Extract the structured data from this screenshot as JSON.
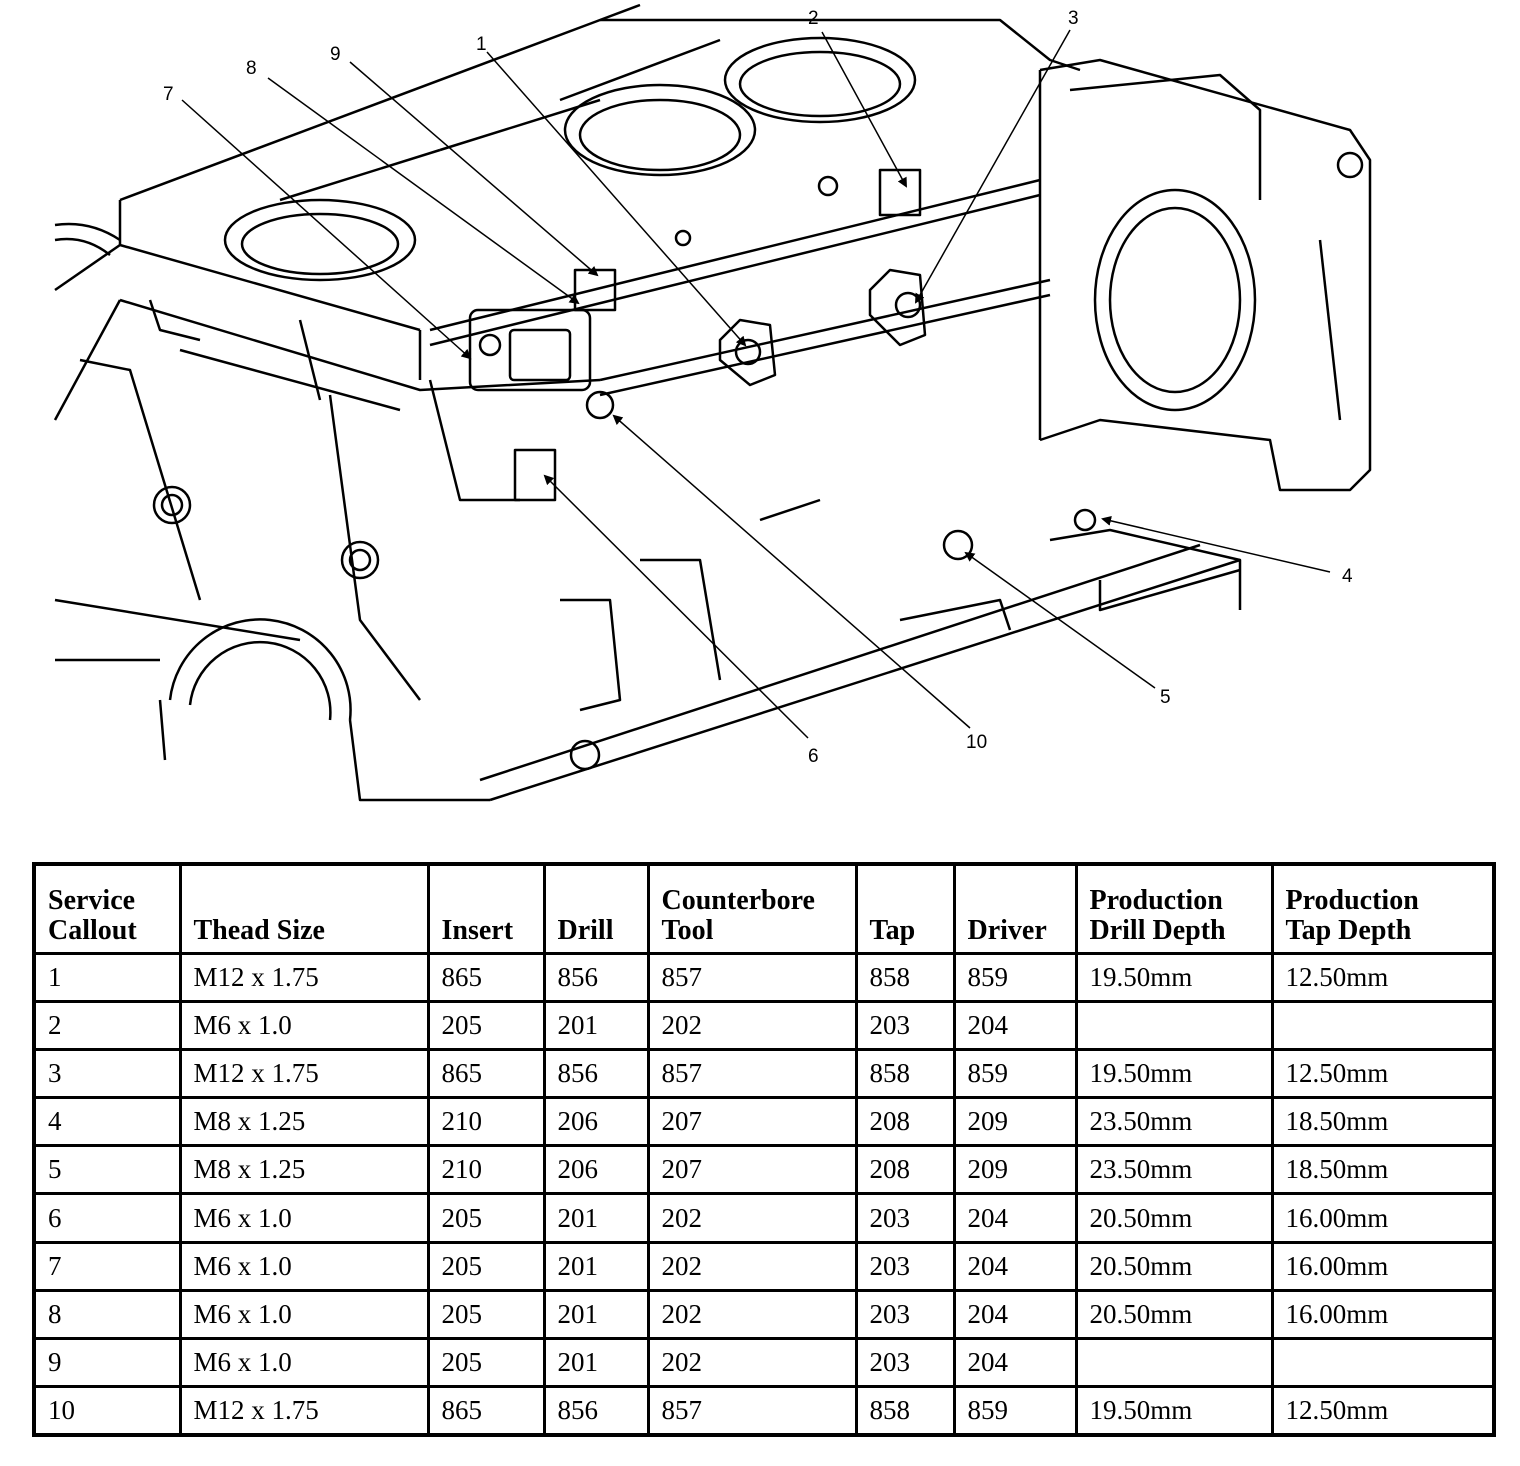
{
  "callouts": [
    "1",
    "2",
    "3",
    "4",
    "5",
    "6",
    "7",
    "8",
    "9",
    "10"
  ],
  "table": {
    "headers": {
      "callout": [
        "Service",
        "Callout"
      ],
      "thread": "Thead Size",
      "insert": "Insert",
      "drill": "Drill",
      "counterbore": [
        "Counterbore",
        "Tool"
      ],
      "tap": "Tap",
      "driver": "Driver",
      "drill_depth": [
        "Production",
        "Drill Depth"
      ],
      "tap_depth": [
        "Production",
        "Tap Depth"
      ]
    },
    "rows": [
      {
        "callout": "1",
        "thread": "M12 x 1.75",
        "insert": "865",
        "drill": "856",
        "counterbore": "857",
        "tap": "858",
        "driver": "859",
        "drill_depth": "19.50mm",
        "tap_depth": "12.50mm"
      },
      {
        "callout": "2",
        "thread": "M6 x 1.0",
        "insert": "205",
        "drill": "201",
        "counterbore": "202",
        "tap": "203",
        "driver": "204",
        "drill_depth": "",
        "tap_depth": ""
      },
      {
        "callout": "3",
        "thread": "M12 x 1.75",
        "insert": "865",
        "drill": "856",
        "counterbore": "857",
        "tap": "858",
        "driver": "859",
        "drill_depth": "19.50mm",
        "tap_depth": "12.50mm"
      },
      {
        "callout": "4",
        "thread": "M8 x 1.25",
        "insert": "210",
        "drill": "206",
        "counterbore": "207",
        "tap": "208",
        "driver": "209",
        "drill_depth": "23.50mm",
        "tap_depth": "18.50mm"
      },
      {
        "callout": "5",
        "thread": "M8 x 1.25",
        "insert": "210",
        "drill": "206",
        "counterbore": "207",
        "tap": "208",
        "driver": "209",
        "drill_depth": "23.50mm",
        "tap_depth": "18.50mm"
      },
      {
        "callout": "6",
        "thread": "M6 x 1.0",
        "insert": "205",
        "drill": "201",
        "counterbore": "202",
        "tap": "203",
        "driver": "204",
        "drill_depth": "20.50mm",
        "tap_depth": "16.00mm"
      },
      {
        "callout": "7",
        "thread": "M6 x 1.0",
        "insert": "205",
        "drill": "201",
        "counterbore": "202",
        "tap": "203",
        "driver": "204",
        "drill_depth": "20.50mm",
        "tap_depth": "16.00mm"
      },
      {
        "callout": "8",
        "thread": "M6 x 1.0",
        "insert": "205",
        "drill": "201",
        "counterbore": "202",
        "tap": "203",
        "driver": "204",
        "drill_depth": "20.50mm",
        "tap_depth": "16.00mm"
      },
      {
        "callout": "9",
        "thread": "M6 x 1.0",
        "insert": "205",
        "drill": "201",
        "counterbore": "202",
        "tap": "203",
        "driver": "204",
        "drill_depth": "",
        "tap_depth": ""
      },
      {
        "callout": "10",
        "thread": "M12 x 1.75",
        "insert": "865",
        "drill": "856",
        "counterbore": "857",
        "tap": "858",
        "driver": "859",
        "drill_depth": "19.50mm",
        "tap_depth": "12.50mm"
      }
    ]
  }
}
